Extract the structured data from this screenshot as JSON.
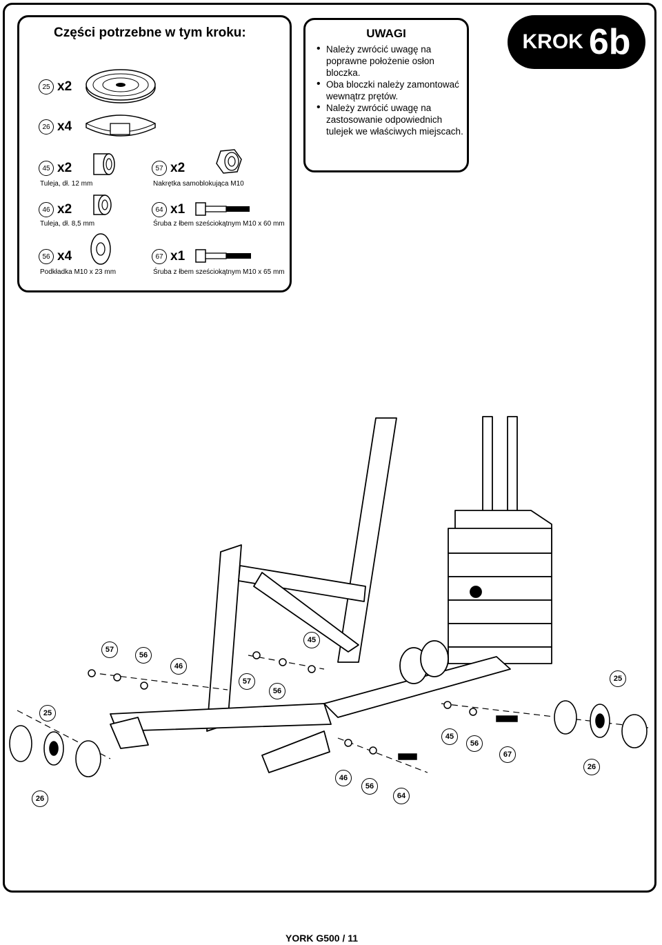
{
  "parts": {
    "title": "Części potrzebne w tym kroku:",
    "items": [
      {
        "num": "25",
        "qty": "x2",
        "name": "",
        "icon": "pulley-icon"
      },
      {
        "num": "26",
        "qty": "x4",
        "name": "",
        "icon": "pulley-cover-icon"
      },
      {
        "num": "45",
        "qty": "x2",
        "name": "Tuleja, dł. 12 mm",
        "icon": "bushing-icon"
      },
      {
        "num": "57",
        "qty": "x2",
        "name": "Nakrętka samoblokująca M10",
        "icon": "nut-icon"
      },
      {
        "num": "46",
        "qty": "x2",
        "name": "Tuleja, dł. 8,5 mm",
        "icon": "bushing-short-icon"
      },
      {
        "num": "64",
        "qty": "x1",
        "name": "Śruba z łbem sześciokątnym M10 x 60 mm",
        "icon": "bolt-icon"
      },
      {
        "num": "56",
        "qty": "x4",
        "name": "Podkładka M10 x 23 mm",
        "icon": "washer-icon"
      },
      {
        "num": "67",
        "qty": "x1",
        "name": "Śruba z łbem sześciokątnym M10 x 65 mm",
        "icon": "bolt-long-icon"
      }
    ]
  },
  "notes": {
    "title": "UWAGI",
    "items": [
      "Należy zwrócić uwagę na poprawne położenie osłon bloczka.",
      "Oba bloczki należy zamontować wewnątrz prętów.",
      "Należy zwrócić uwagę na zastosowanie odpowiednich tulejek we właściwych miejscach."
    ]
  },
  "step": {
    "word": "KROK",
    "number": "6b"
  },
  "callouts": [
    "57",
    "56",
    "46",
    "57",
    "56",
    "45",
    "25",
    "25",
    "26",
    "45",
    "56",
    "67",
    "46",
    "56",
    "64",
    "26"
  ],
  "footer": "YORK G500 / 11"
}
